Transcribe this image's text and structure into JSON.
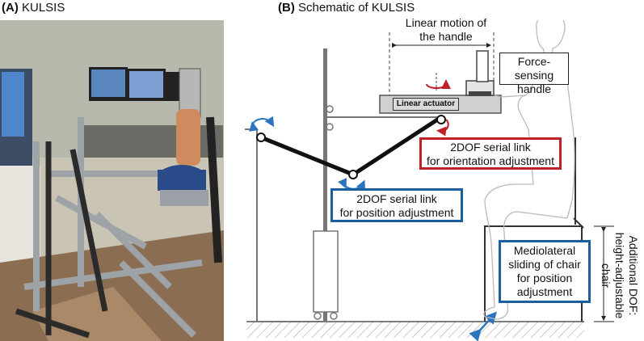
{
  "panel_a": {
    "letter": "(A)",
    "title": "KULSIS"
  },
  "panel_b": {
    "letter": "(B)",
    "title": "Schematic of KULSIS"
  },
  "labels": {
    "linear_motion": [
      "Linear motion of",
      "the handle"
    ],
    "force_handle": [
      "Force-sensing",
      "handle"
    ],
    "linear_actuator": "Linear actuator",
    "orientation_link": [
      "2DOF serial link",
      "for orientation adjustment"
    ],
    "position_link": [
      "2DOF serial link",
      "for position adjustment"
    ],
    "chair_sliding": [
      "Mediolateral",
      "sliding of chair",
      "for position",
      "adjustment"
    ],
    "additional_dof": [
      "Additional DOF:",
      "height-adjustable",
      "chair"
    ]
  },
  "colors": {
    "red": "#c0202a",
    "blue": "#1a5f9e",
    "arrow_blue": "#2a74c0"
  }
}
